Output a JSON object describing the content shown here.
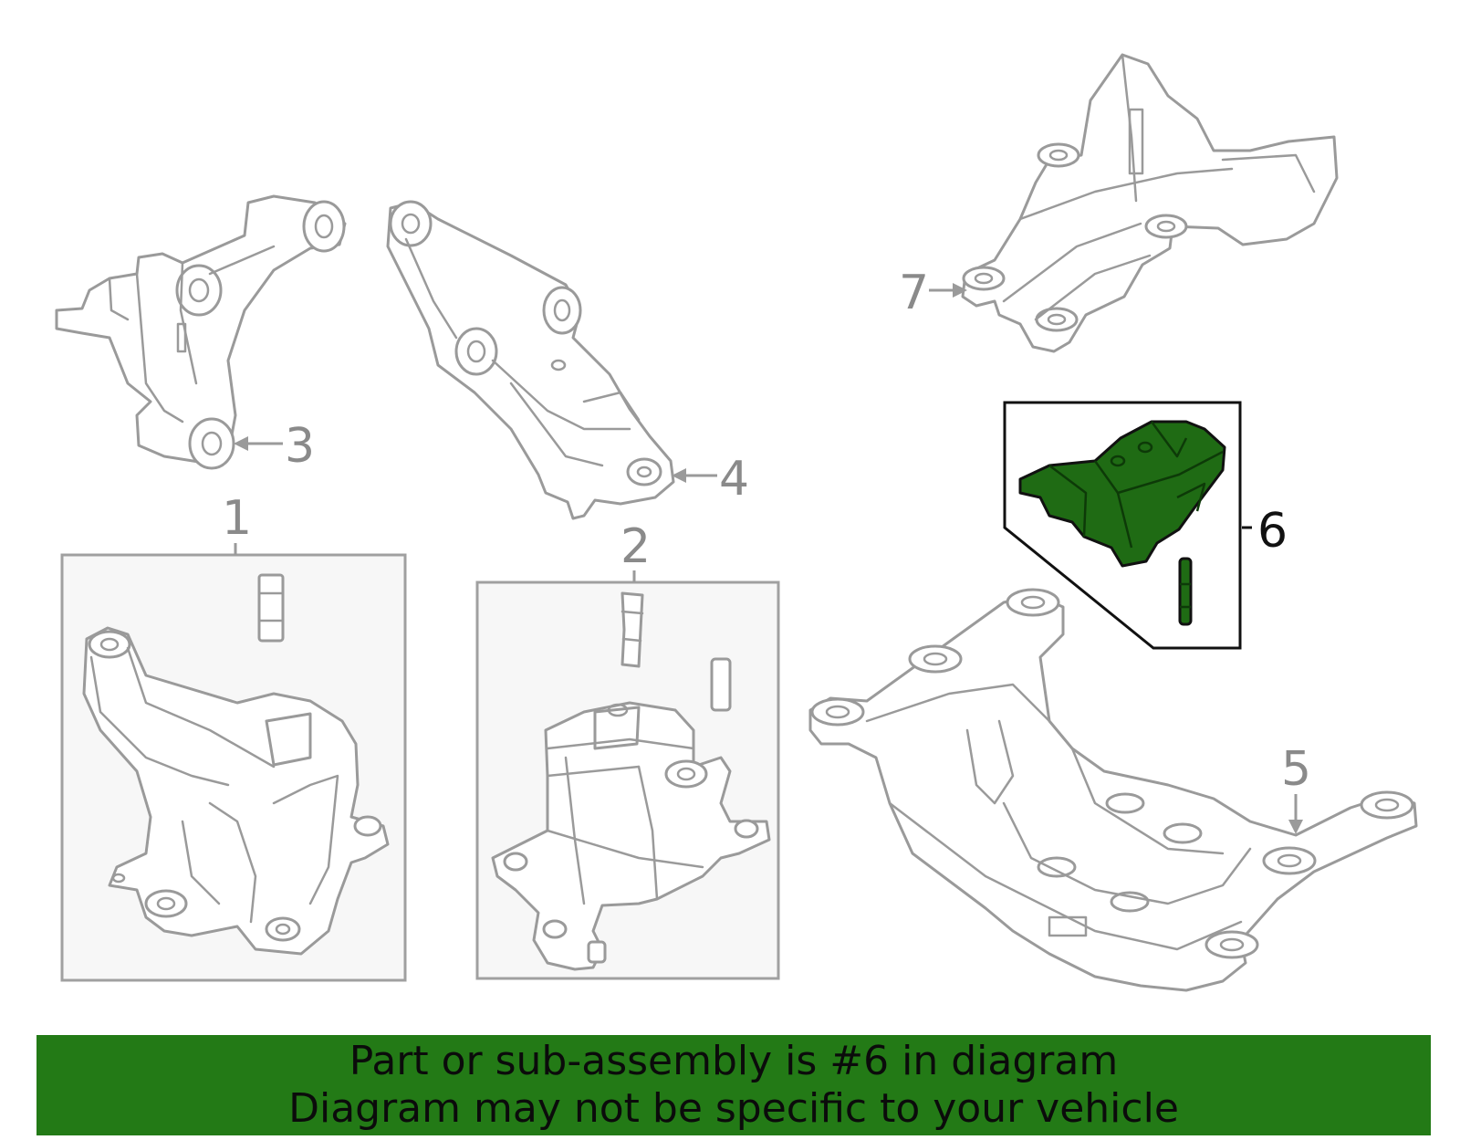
{
  "callouts": {
    "c1": "1",
    "c2": "2",
    "c3": "3",
    "c4": "4",
    "c5": "5",
    "c6": "6",
    "c7": "7"
  },
  "highlighted_part": "6",
  "colors": {
    "highlight": "#1f6b14",
    "banner": "#237a16",
    "line_art": "#9a9a9a"
  },
  "banner": {
    "line1": "Part or sub-assembly is #6 in diagram",
    "line2": "Diagram may not be specific to your vehicle"
  }
}
